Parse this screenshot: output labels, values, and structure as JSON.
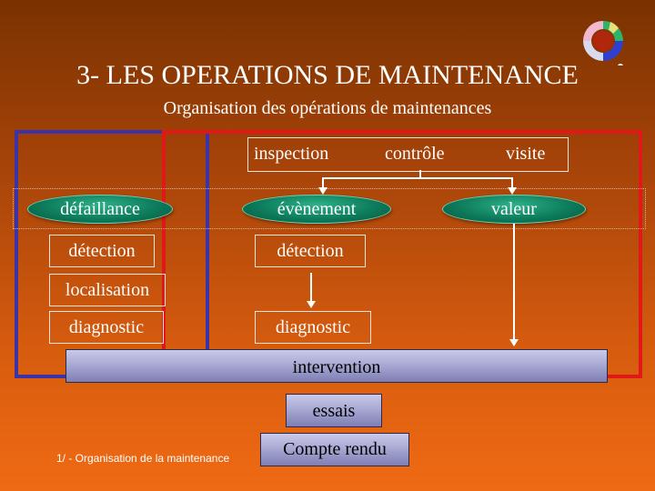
{
  "header": {
    "title": "3- LES OPERATIONS DE MAINTENANCE",
    "subtitle": "Organisation des opérations de maintenances"
  },
  "diagram": {
    "top_row": {
      "inspection": "inspection",
      "controle": "contrôle",
      "visite": "visite"
    },
    "ovals": {
      "defaillance": "défaillance",
      "evenement": "évènement",
      "valeur": "valeur"
    },
    "left_column": {
      "detection": "détection",
      "localisation": "localisation",
      "diagnostic": "diagnostic"
    },
    "middle_column": {
      "detection": "détection",
      "diagnostic": "diagnostic"
    },
    "bottom": {
      "intervention": "intervention",
      "essais": "essais",
      "compte_rendu": "Compte rendu"
    }
  },
  "footer": {
    "caption": "1/ - Organisation de la maintenance"
  },
  "colors": {
    "frame_left": "#3c33a8",
    "frame_right": "#e01818",
    "oval_fill": "#0d7c5c",
    "bar_fill": "#a9a9d4"
  }
}
